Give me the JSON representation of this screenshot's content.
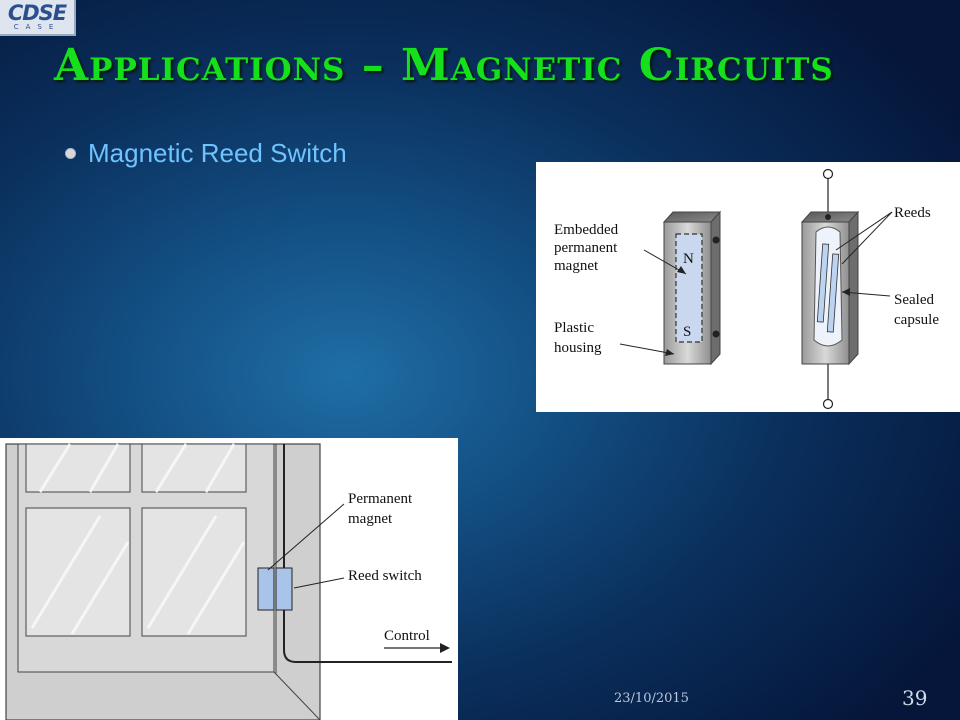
{
  "logo": {
    "text": "CDSE",
    "subtext": "CASE"
  },
  "title": "Applications – Magnetic Circuits",
  "bullets": [
    "Magnetic Reed Switch"
  ],
  "reed_figure": {
    "magnet_label_1": "Embedded",
    "magnet_label_2": "permanent",
    "magnet_label_3": "magnet",
    "housing_label_1": "Plastic",
    "housing_label_2": "housing",
    "pole_n": "N",
    "pole_s": "S",
    "reeds_label": "Reeds",
    "capsule_label_1": "Sealed",
    "capsule_label_2": "capsule"
  },
  "window_figure": {
    "magnet_label_1": "Permanent",
    "magnet_label_2": "magnet",
    "switch_label": "Reed switch",
    "control_label": "Control"
  },
  "footer": {
    "date": "23/10/2015",
    "page": "39"
  }
}
